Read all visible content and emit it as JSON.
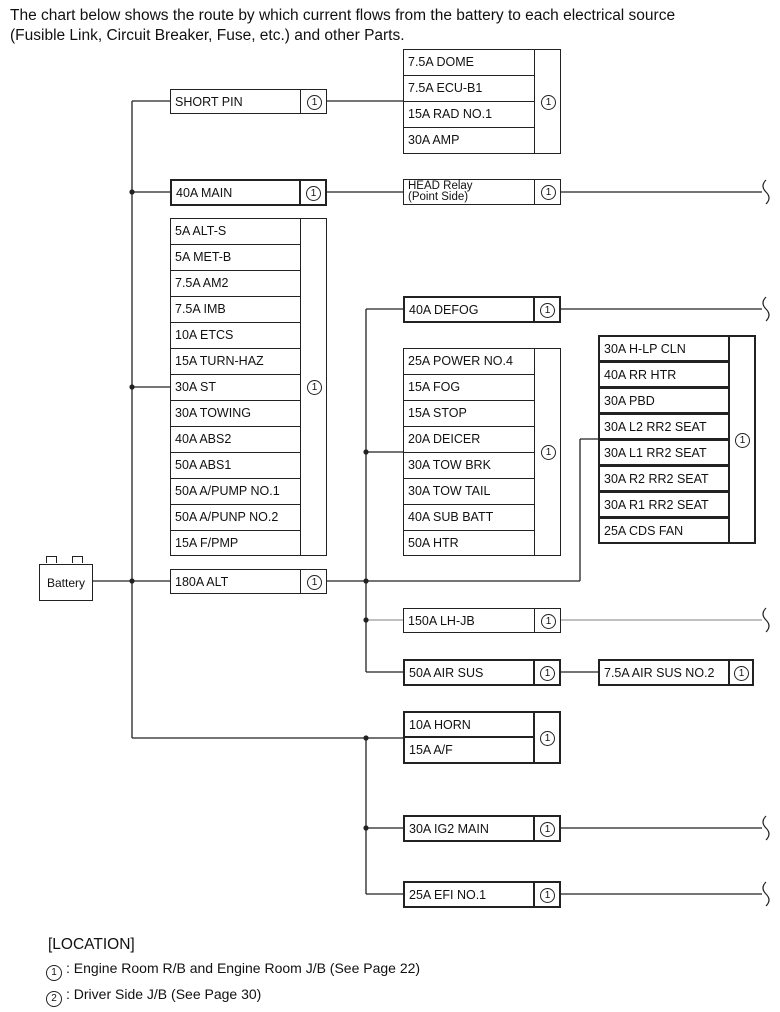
{
  "intro": {
    "line1": "The chart below shows the route by which current flows from the battery to each electrical source",
    "line2": "(Fusible Link, Circuit Breaker, Fuse, etc.) and other Parts."
  },
  "battery": {
    "label": "Battery"
  },
  "location_mark": "1",
  "groups": {
    "short_pin": {
      "items": [
        "SHORT PIN"
      ],
      "location": "1"
    },
    "upper_left_fuses": {
      "items": [
        "7.5A DOME",
        "7.5A ECU-B1",
        "15A RAD NO.1",
        "30A AMP"
      ],
      "location": "1"
    },
    "main_40a": {
      "items": [
        "40A MAIN"
      ],
      "location": "1"
    },
    "head_relay": {
      "line1": "HEAD Relay",
      "line2": "(Point Side)",
      "location": "1"
    },
    "left_column_fuses": {
      "items": [
        "5A ALT-S",
        "5A MET-B",
        "7.5A AM2",
        "7.5A IMB",
        "10A ETCS",
        "15A TURN-HAZ",
        "30A ST",
        "30A TOWING",
        "40A ABS2",
        "50A ABS1",
        "50A A/PUMP NO.1",
        "50A A/PUNP NO.2",
        "15A F/PMP"
      ],
      "location": "1"
    },
    "defog": {
      "items": [
        "40A DEFOG"
      ],
      "location": "1"
    },
    "middle_column_fuses": {
      "items": [
        "25A POWER NO.4",
        "15A FOG",
        "15A STOP",
        "20A DEICER",
        "30A TOW BRK",
        "30A TOW TAIL",
        "40A SUB BATT",
        "50A HTR"
      ],
      "location": "1"
    },
    "right_column_fuses": {
      "items": [
        "30A H-LP CLN",
        "40A RR HTR",
        "30A PBD",
        "30A L2 RR2 SEAT",
        "30A L1 RR2 SEAT",
        "30A R2 RR2 SEAT",
        "30A R1 RR2 SEAT",
        "25A CDS FAN"
      ],
      "location": "1"
    },
    "alt_180a": {
      "items": [
        "180A ALT"
      ],
      "location": "1"
    },
    "lh_jb": {
      "items": [
        "150A LH-JB"
      ],
      "location": "1"
    },
    "air_sus": {
      "items": [
        "50A AIR SUS"
      ],
      "location": "1"
    },
    "air_sus_no2": {
      "items": [
        "7.5A AIR SUS NO.2"
      ],
      "location": "1"
    },
    "horn_af": {
      "items": [
        "10A HORN",
        "15A A/F"
      ],
      "location": "1"
    },
    "ig2_main": {
      "items": [
        "30A IG2 MAIN"
      ],
      "location": "1"
    },
    "efi_no1": {
      "items": [
        "25A EFI NO.1"
      ],
      "location": "1"
    }
  },
  "legend": {
    "title": "[LOCATION]",
    "rows": [
      {
        "num": "1",
        "text": ": Engine Room R/B and Engine Room J/B (See Page 22)"
      },
      {
        "num": "2",
        "text": ": Driver Side J/B (See Page 30)"
      }
    ]
  },
  "colors": {
    "wire": "#222222",
    "gray_wire": "#9a9a9a",
    "box_border": "#222222"
  }
}
